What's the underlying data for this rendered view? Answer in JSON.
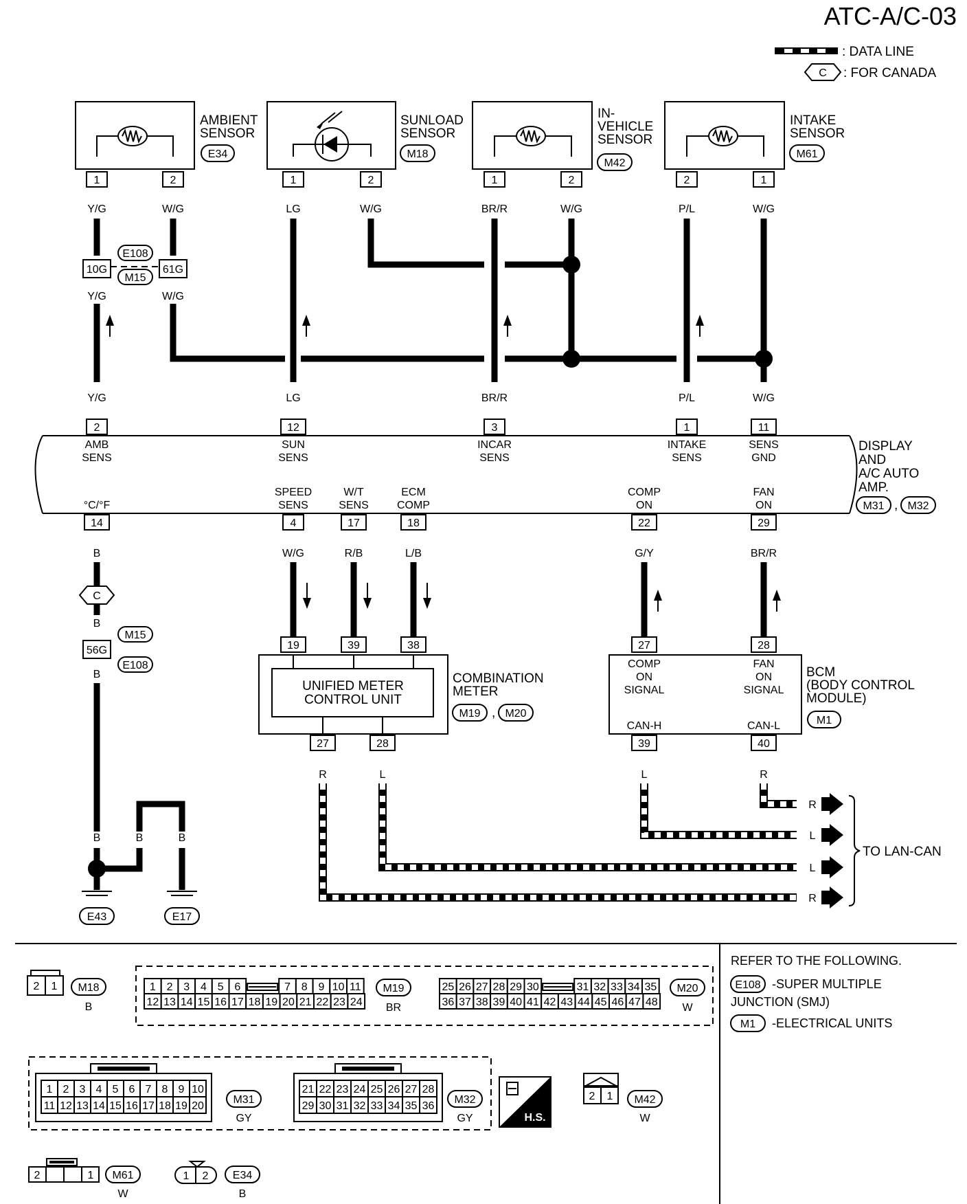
{
  "page_id": "ATC-A/C-03",
  "legend": {
    "data_line": ": DATA LINE",
    "canada_symbol": "C",
    "for_canada": ": FOR CANADA"
  },
  "sensors": {
    "ambient": {
      "name1": "AMBIENT",
      "name2": "SENSOR",
      "connector": "E34",
      "pins": [
        "1",
        "2"
      ],
      "wires": [
        "Y/G",
        "W/G"
      ]
    },
    "sunload": {
      "name1": "SUNLOAD",
      "name2": "SENSOR",
      "connector": "M18",
      "pins": [
        "1",
        "2"
      ],
      "wires": [
        "LG",
        "W/G"
      ]
    },
    "in_vehicle": {
      "name1": "IN-",
      "name2": "VEHICLE",
      "name3": "SENSOR",
      "connector": "M42",
      "pins": [
        "1",
        "2"
      ],
      "wires": [
        "BR/R",
        "W/G"
      ]
    },
    "intake": {
      "name1": "INTAKE",
      "name2": "SENSOR",
      "connector": "M61",
      "pins": [
        "2",
        "1"
      ],
      "wires": [
        "P/L",
        "W/G"
      ]
    }
  },
  "junction": {
    "conn_top": "E108",
    "conn_bottom": "M15",
    "pin_a": "10G",
    "pin_b": "61G",
    "wire_a": "Y/G",
    "wire_b": "W/G"
  },
  "amp_top_pins": [
    {
      "wire": "Y/G",
      "pin": "2",
      "l1": "AMB",
      "l2": "SENS"
    },
    {
      "wire": "LG",
      "pin": "12",
      "l1": "SUN",
      "l2": "SENS"
    },
    {
      "wire": "BR/R",
      "pin": "3",
      "l1": "INCAR",
      "l2": "SENS"
    },
    {
      "wire": "P/L",
      "pin": "1",
      "l1": "INTAKE",
      "l2": "SENS"
    },
    {
      "wire": "W/G",
      "pin": "11",
      "l1": "SENS",
      "l2": "GND"
    }
  ],
  "amp": {
    "l1": "DISPLAY",
    "l2": "AND",
    "l3": "A/C AUTO",
    "l4": "AMP.",
    "conn_a": "M31",
    "sep": ",",
    "conn_b": "M32"
  },
  "amp_bottom_pins": [
    {
      "l1": "°C/°F",
      "l2": "",
      "pin": "14",
      "wire": "B"
    },
    {
      "l1": "SPEED",
      "l2": "SENS",
      "pin": "4",
      "wire": "W/G"
    },
    {
      "l1": "W/T",
      "l2": "SENS",
      "pin": "17",
      "wire": "R/B"
    },
    {
      "l1": "ECM",
      "l2": "COMP",
      "pin": "18",
      "wire": "L/B"
    },
    {
      "l1": "COMP",
      "l2": "ON",
      "pin": "22",
      "wire": "G/Y"
    },
    {
      "l1": "FAN",
      "l2": "ON",
      "pin": "29",
      "wire": "BR/R"
    }
  ],
  "ground": {
    "canada": "C",
    "wire": "B",
    "conn_top": "M15",
    "pin": "56G",
    "conn_bottom": "E108",
    "grounds": [
      "E43",
      "E17"
    ]
  },
  "meter": {
    "in_pins": [
      "19",
      "39",
      "38"
    ],
    "unit1": "UNIFIED METER",
    "unit2": "CONTROL UNIT",
    "name1": "COMBINATION",
    "name2": "METER",
    "conn_a": "M19",
    "sep": ",",
    "conn_b": "M20",
    "out_pins": [
      "27",
      "28"
    ],
    "out_wires": [
      "R",
      "L"
    ]
  },
  "bcm": {
    "in_pins": [
      "27",
      "28"
    ],
    "left1": "COMP",
    "left2": "ON",
    "left3": "SIGNAL",
    "right1": "FAN",
    "right2": "ON",
    "right3": "SIGNAL",
    "can_h": "CAN-H",
    "can_l": "CAN-L",
    "name1": "BCM",
    "name2": "(BODY CONTROL",
    "name3": "MODULE)",
    "conn": "M1",
    "out_pins": [
      "39",
      "40"
    ],
    "out_wires": [
      "L",
      "R"
    ]
  },
  "lan_can": {
    "arrows": [
      "R",
      "L",
      "L",
      "R"
    ],
    "label": "TO LAN-CAN"
  },
  "connectors": {
    "m18": {
      "id": "M18",
      "color": "B",
      "pins": [
        "2",
        "1"
      ]
    },
    "m19": {
      "id": "M19",
      "color": "BR",
      "row1": [
        "1",
        "2",
        "3",
        "4",
        "5",
        "6",
        "7",
        "8",
        "9",
        "10",
        "11"
      ],
      "row2": [
        "12",
        "13",
        "14",
        "15",
        "16",
        "17",
        "18",
        "19",
        "20",
        "21",
        "22",
        "23",
        "24"
      ]
    },
    "m20": {
      "id": "M20",
      "color": "W",
      "row1": [
        "25",
        "26",
        "27",
        "28",
        "29",
        "30",
        "31",
        "32",
        "33",
        "34",
        "35"
      ],
      "row2": [
        "36",
        "37",
        "38",
        "39",
        "40",
        "41",
        "42",
        "43",
        "44",
        "45",
        "46",
        "47",
        "48"
      ]
    },
    "m31": {
      "id": "M31",
      "color": "GY",
      "row1": [
        "1",
        "2",
        "3",
        "4",
        "5",
        "6",
        "7",
        "8",
        "9",
        "10"
      ],
      "row2": [
        "11",
        "12",
        "13",
        "14",
        "15",
        "16",
        "17",
        "18",
        "19",
        "20"
      ]
    },
    "m32": {
      "id": "M32",
      "color": "GY",
      "row1": [
        "21",
        "22",
        "23",
        "24",
        "25",
        "26",
        "27",
        "28"
      ],
      "row2": [
        "29",
        "30",
        "31",
        "32",
        "33",
        "34",
        "35",
        "36"
      ]
    },
    "m42": {
      "id": "M42",
      "color": "W",
      "pins": [
        "2",
        "1"
      ]
    },
    "m61": {
      "id": "M61",
      "color": "W",
      "pins": [
        "2",
        "1"
      ]
    },
    "e34": {
      "id": "E34",
      "color": "B",
      "pins": [
        "1",
        "2"
      ]
    },
    "hs": "H.S."
  },
  "refer": {
    "title": "REFER TO THE FOLLOWING.",
    "conn1": "E108",
    "desc1a": "-SUPER MULTIPLE",
    "desc1b": "JUNCTION (SMJ)",
    "conn2": "M1",
    "desc2": "-ELECTRICAL UNITS"
  }
}
